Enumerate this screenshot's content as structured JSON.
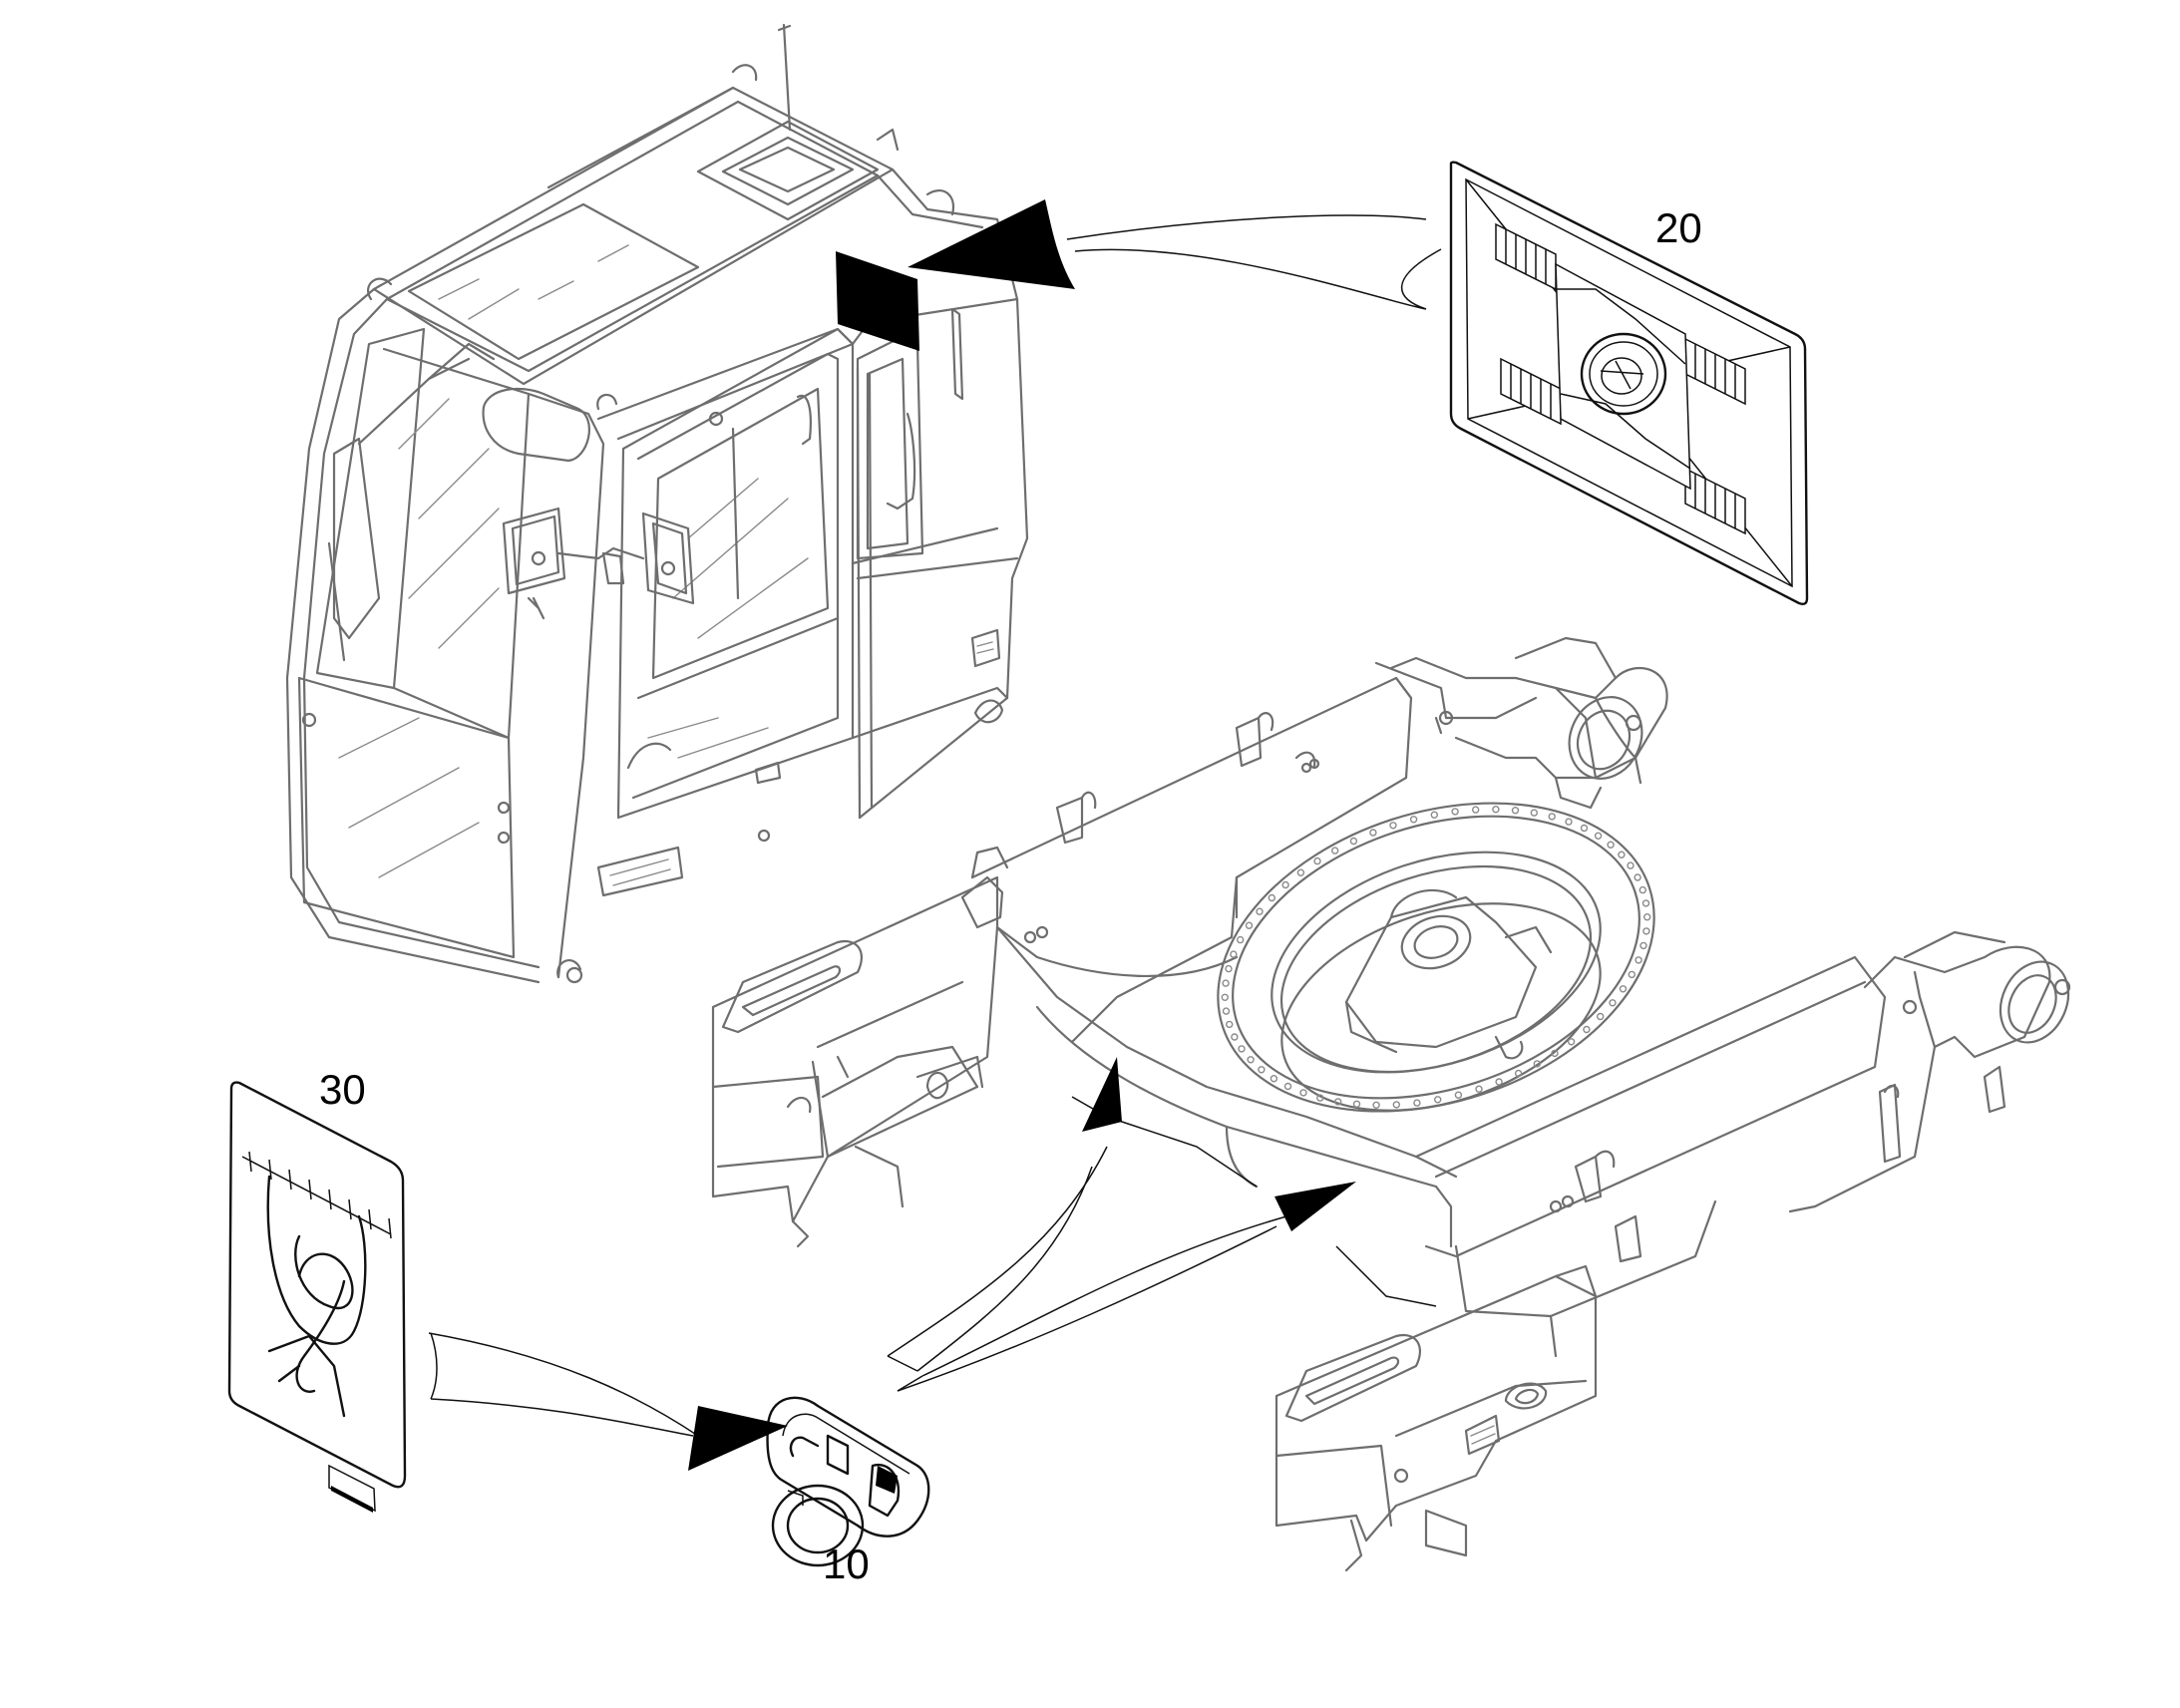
{
  "callouts": [
    {
      "id": "decal-20",
      "label": "20"
    },
    {
      "id": "decal-30",
      "label": "30"
    },
    {
      "id": "lifting-eye-10",
      "label": "10"
    }
  ]
}
